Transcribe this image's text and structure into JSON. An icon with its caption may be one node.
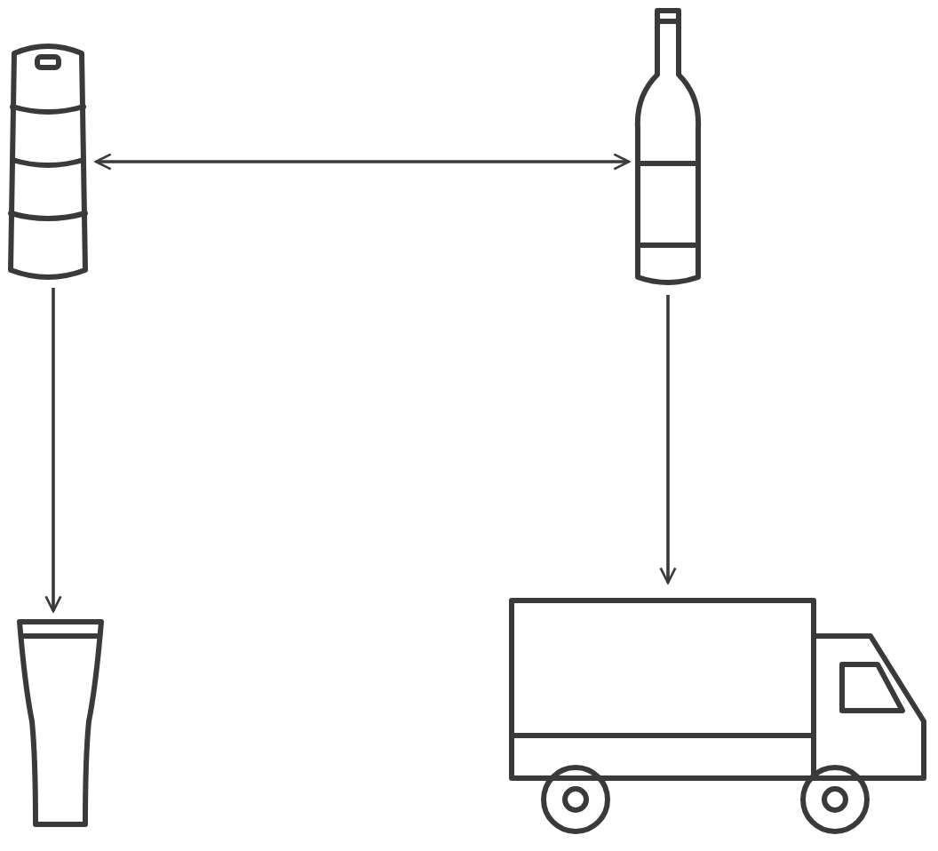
{
  "diagram": {
    "nodes": [
      {
        "text": [],
        "shape": "picture"
      },
      {
        "text": [],
        "shape": "picture"
      },
      {
        "text": [],
        "shape": "picture"
      },
      {
        "text": [],
        "shape": "picture"
      }
    ],
    "edges": [
      {
        "from": 0,
        "to": 1,
        "arrow": "both"
      },
      {
        "from": 0,
        "to": 2,
        "arrow": "to"
      },
      {
        "from": 1,
        "to": 3,
        "arrow": "to"
      }
    ]
  }
}
